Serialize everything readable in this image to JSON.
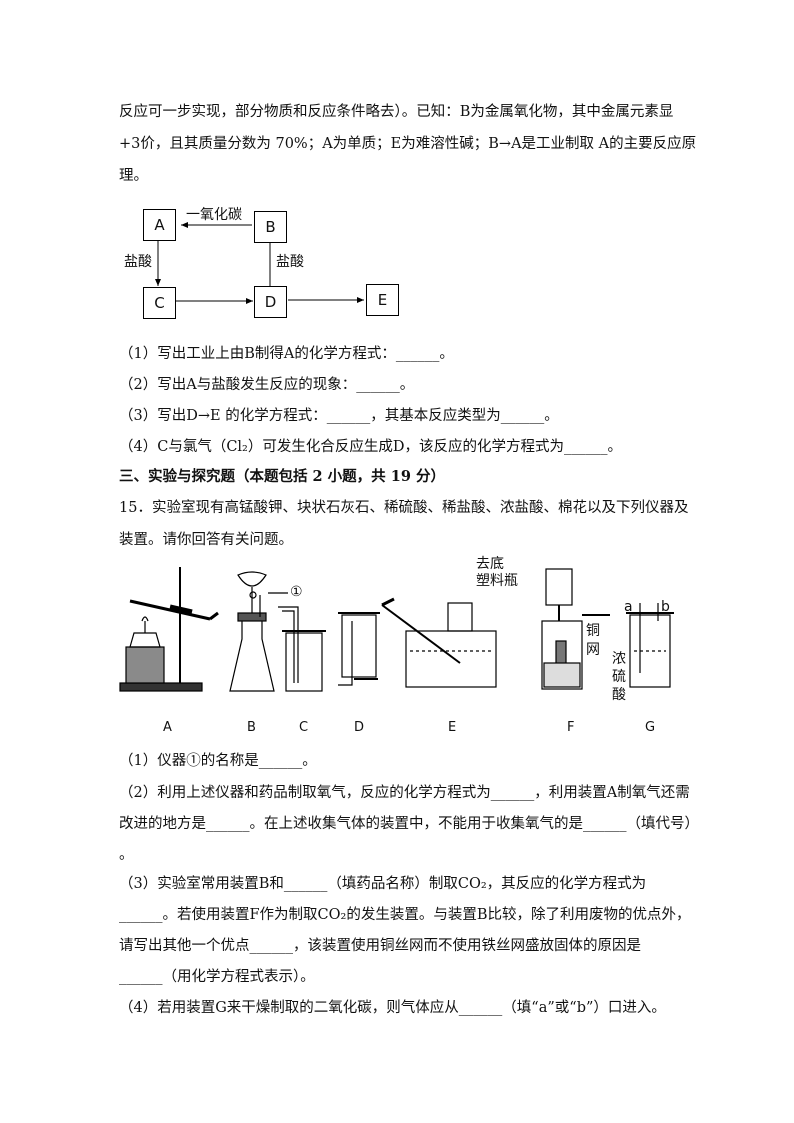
{
  "intro": {
    "line1": "反应可一步实现，部分物质和反应条件略去）。已知：B为金属氧化物，其中金属元素显",
    "line2": "+3价，且其质量分数为 70%；A为单质；E为难溶性碱；B→A是工业制取 A的主要反应原",
    "line3": "理。"
  },
  "flowchart": {
    "nodes": {
      "a": "A",
      "b": "B",
      "c": "C",
      "d": "D",
      "e": "E"
    },
    "edge_ba": "一氧化碳",
    "edge_ac": "盐酸",
    "edge_bd": "盐酸"
  },
  "q14": {
    "p1": "（1）写出工业上由B制得A的化学方程式：______。",
    "p2": "（2）写出A与盐酸发生反应的现象：______。",
    "p3": "（3）写出D→E 的化学方程式：______，其基本反应类型为______。",
    "p4": "（4）C与氯气（Cl₂）可发生化合反应生成D，该反应的化学方程式为______。"
  },
  "section3": "三、实验与探究题（本题包括 2 小题，共 19 分）",
  "q15": {
    "stem1": "15．实验室现有高锰酸钾、块状石灰石、稀硫酸、稀盐酸、浓盐酸、棉花以及下列仪器及",
    "stem2": "装置。请你回答有关问题。",
    "label_f_top1": "去底",
    "label_f_top2": "塑料瓶",
    "label_f_side1": "铜",
    "label_f_side2": "网",
    "label_g_a": "a",
    "label_g_b": "b",
    "label_g_side1": "浓",
    "label_g_side2": "硫",
    "label_g_side3": "酸",
    "label_circle": "①",
    "apparatus_labels": [
      "A",
      "B",
      "C",
      "D",
      "E",
      "F",
      "G"
    ],
    "p1": "（1）仪器①的名称是______。",
    "p2a": "（2）利用上述仪器和药品制取氧气，反应的化学方程式为______，利用装置A制氧气还需",
    "p2b": "改进的地方是______。在上述收集气体的装置中，不能用于收集氧气的是______（填代号）",
    "p2c": "。",
    "p3a": "（3）实验室常用装置B和______（填药品名称）制取CO₂，其反应的化学方程式为",
    "p3b": "______。若使用装置F作为制取CO₂的发生装置。与装置B比较，除了利用废物的优点外，",
    "p3c": "请写出其他一个优点______，该装置使用铜丝网而不使用铁丝网盛放固体的原因是",
    "p3d": "______（用化学方程式表示）。",
    "p4": "（4）若用装置G来干燥制取的二氧化碳，则气体应从______（填“a”或“b”）口进入。"
  }
}
